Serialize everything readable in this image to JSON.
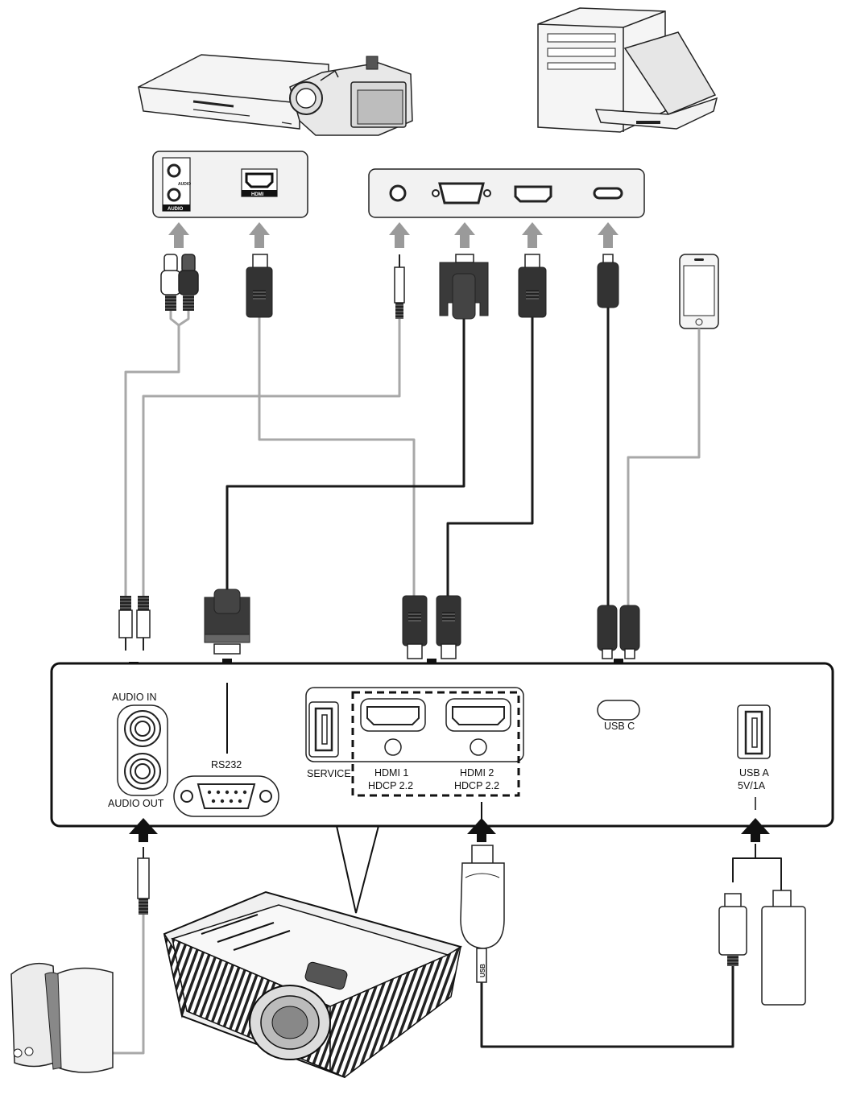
{
  "projector_panel": {
    "audio_in_label": "AUDIO IN",
    "audio_out_label": "AUDIO OUT",
    "rs232_label": "RS232",
    "service_label": "SERVICE",
    "hdmi1_label": "HDMI 1",
    "hdmi1_hdcp_label": "HDCP 2.2",
    "hdmi2_label": "HDMI 2",
    "hdmi2_hdcp_label": "HDCP 2.2",
    "usbc_label": "USB C",
    "usba_label": "USB A",
    "usba_power_label": "5V/1A"
  },
  "av_source_panel": {
    "audio_label": "AUDIO",
    "audio_label_bottom": "AUDIO",
    "hdmi_label": "HDMI"
  },
  "dongle": {
    "usb_label": "USB"
  },
  "colors": {
    "cable_gray": "#a8a8a8",
    "cable_black": "#1a1a1a",
    "arrow_gray": "#9a9a9a",
    "arrow_black": "#111111",
    "panel_fill": "#f2f2f2",
    "connector_dark": "#333333"
  }
}
